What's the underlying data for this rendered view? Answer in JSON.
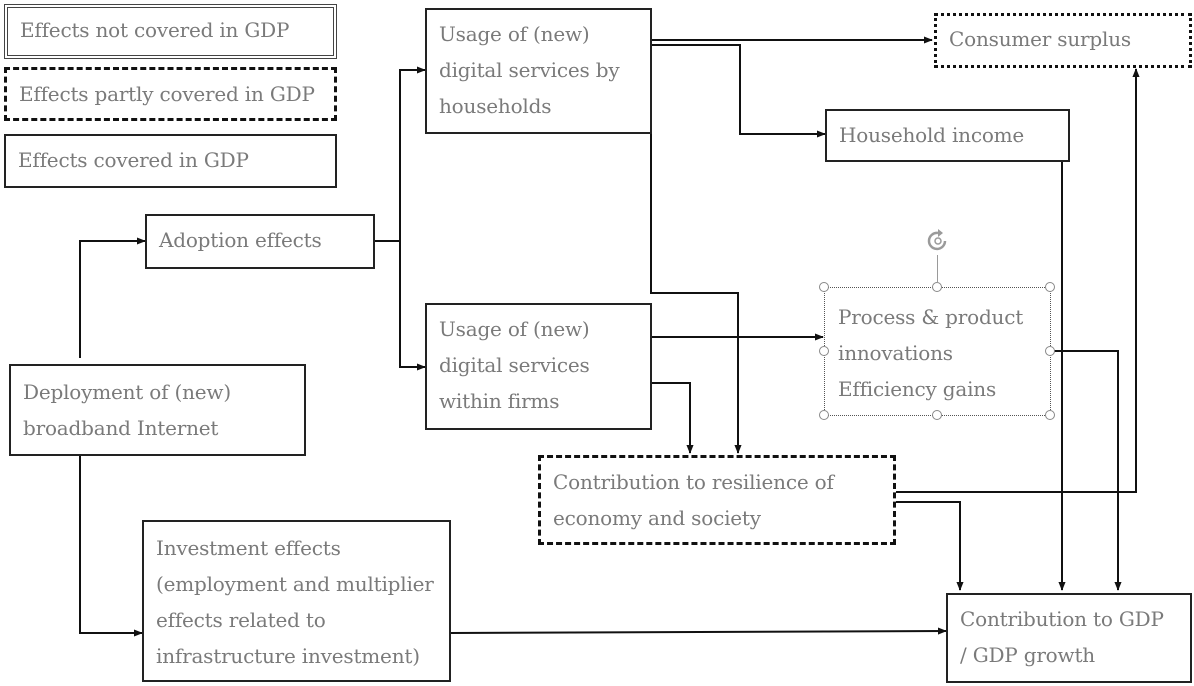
{
  "legend": {
    "not_covered": "Effects not covered in GDP",
    "partly_covered": "Effects partly covered in GDP",
    "covered": "Effects covered in GDP"
  },
  "nodes": {
    "usage_households": [
      "Usage of  (new)",
      "digital services by",
      "households"
    ],
    "consumer_surplus": [
      "Consumer surplus"
    ],
    "household_income": [
      "Household income"
    ],
    "adoption_effects": [
      "Adoption effects"
    ],
    "usage_firms": [
      "Usage of  (new)",
      "digital services",
      "within firms"
    ],
    "innovations": [
      "Process & product",
      "innovations",
      "Efficiency gains"
    ],
    "deployment": [
      "Deployment of  (new)",
      "broadband Internet"
    ],
    "resilience": [
      "Contribution to resilience of",
      "economy and society"
    ],
    "investment": [
      "Investment effects",
      "(employment and multiplier",
      "effects related to",
      "infrastructure investment)"
    ],
    "gdp": [
      "Contribution to GDP",
      "/ GDP growth"
    ]
  },
  "icons": {
    "rotate_handle": "rotate-icon",
    "arrow": "arrowhead"
  }
}
